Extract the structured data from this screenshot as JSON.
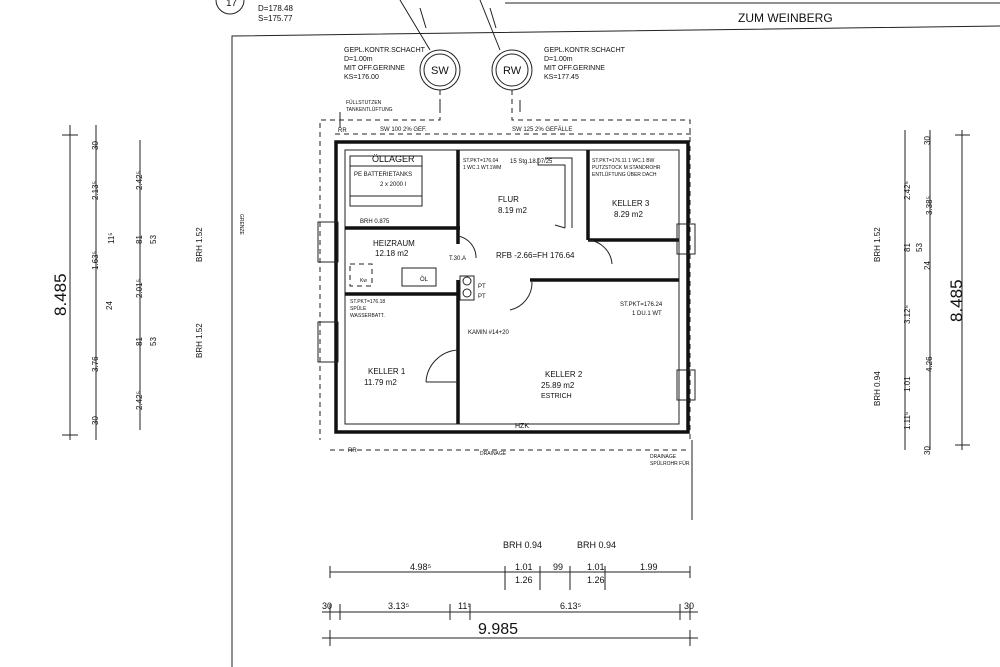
{
  "header": {
    "circle_num": "17",
    "d_value": "D=178.48",
    "s_value": "S=175.77",
    "street": "ZUM WEINBERG"
  },
  "shafts": [
    {
      "label": "SW",
      "lines": [
        "GEPL.KONTR.SCHACHT",
        "D=1.00m",
        "MIT OFF.GERINNE",
        "KS=176.00"
      ]
    },
    {
      "label": "RW",
      "lines": [
        "GEPL.KONTR.SCHACHT",
        "D=1.00m",
        "MIT OFF.GERINNE",
        "KS=177.45"
      ]
    }
  ],
  "rooms": {
    "oellager": {
      "name": "ÖLLAGER",
      "tanks": "PE BATTERIETANKS",
      "tanks2": "2 x 2000 l",
      "brh": "BRH 0.875"
    },
    "flur": {
      "name": "FLUR",
      "area": "8.19 m2",
      "stair": "15 Stg.18.07/25"
    },
    "keller3": {
      "name": "KELLER 3",
      "area": "8.29 m2"
    },
    "heizraum": {
      "name": "HEIZRAUM",
      "area": "12.18 m2",
      "door": "T.30.A",
      "ol": "ÖL",
      "kw": "Kw"
    },
    "rfb": "RFB -2.66=FH 176.64",
    "keller1": {
      "name": "KELLER 1",
      "area": "11.79 m2",
      "stpkt": "ST.PKT=176.18",
      "note1": "SPÜLE",
      "note2": "WASSERBATT."
    },
    "keller2": {
      "name": "KELLER 2",
      "area": "25.89 m2",
      "floor": "ESTRICH",
      "stpkt": "ST.PKT=176.24",
      "note": "1 DU.1 WT"
    },
    "kamin": "KAMIN #14+20",
    "pt": [
      "PT",
      "PT"
    ],
    "hzk": "HZK"
  },
  "notes": {
    "stpkt_flur": "ST.PKT=176.04",
    "stpkt_flur2": "1 WC.1 WT.1WM",
    "stpkt_k3": "ST.PKT=176.11 1 WC.1 BW",
    "putz": "PUTZSTOCK M STANDROHR",
    "entl": "ENTLÜFTUNG ÜBER DACH",
    "fuell": "FÜLLSTUTZEN",
    "tank": "TANKENTLÜFTUNG",
    "sw100": "SW 100  2% GEF.",
    "sw125": "SW 125  2% GEFÄLLE",
    "grenze": "GRENZE",
    "drainage": "DRAINAGE",
    "drainage2": "DRAINAGE",
    "spuel": "SPÜLROHR FÜR",
    "rr": "RR",
    "rr2": "RR"
  },
  "left_dims": {
    "total": "8.485",
    "col1": [
      "30",
      "2.13⁵",
      "1.63⁵",
      "24",
      "3.76",
      "30"
    ],
    "col2": [
      "11⁵"
    ],
    "col3": [
      "2.42⁵",
      "53",
      "2.01⁵",
      "81",
      "53",
      "2.42⁵"
    ],
    "col3b": [
      "81"
    ],
    "brh": [
      "BRH 1.52",
      "BRH 1.52"
    ]
  },
  "right_dims": {
    "total": "8.485",
    "col1": [
      "30",
      "2.42⁵",
      "81",
      "24",
      "3.12⁵",
      "1.01",
      "1.11⁵",
      "30"
    ],
    "col2": [
      "3.38⁵",
      "53",
      "4.26"
    ],
    "brh": [
      "BRH 1.52",
      "BRH 0.94"
    ]
  },
  "bottom_dims": {
    "brh": [
      "BRH 0.94",
      "BRH 0.94"
    ],
    "row1": [
      "4.98⁵",
      "1.01",
      "99",
      "1.01",
      "1.99"
    ],
    "row1b": [
      "1.26",
      "1.26"
    ],
    "row2": [
      "30",
      "3.13⁵",
      "11⁵",
      "6.13⁵",
      "30"
    ],
    "total": "9.985"
  }
}
